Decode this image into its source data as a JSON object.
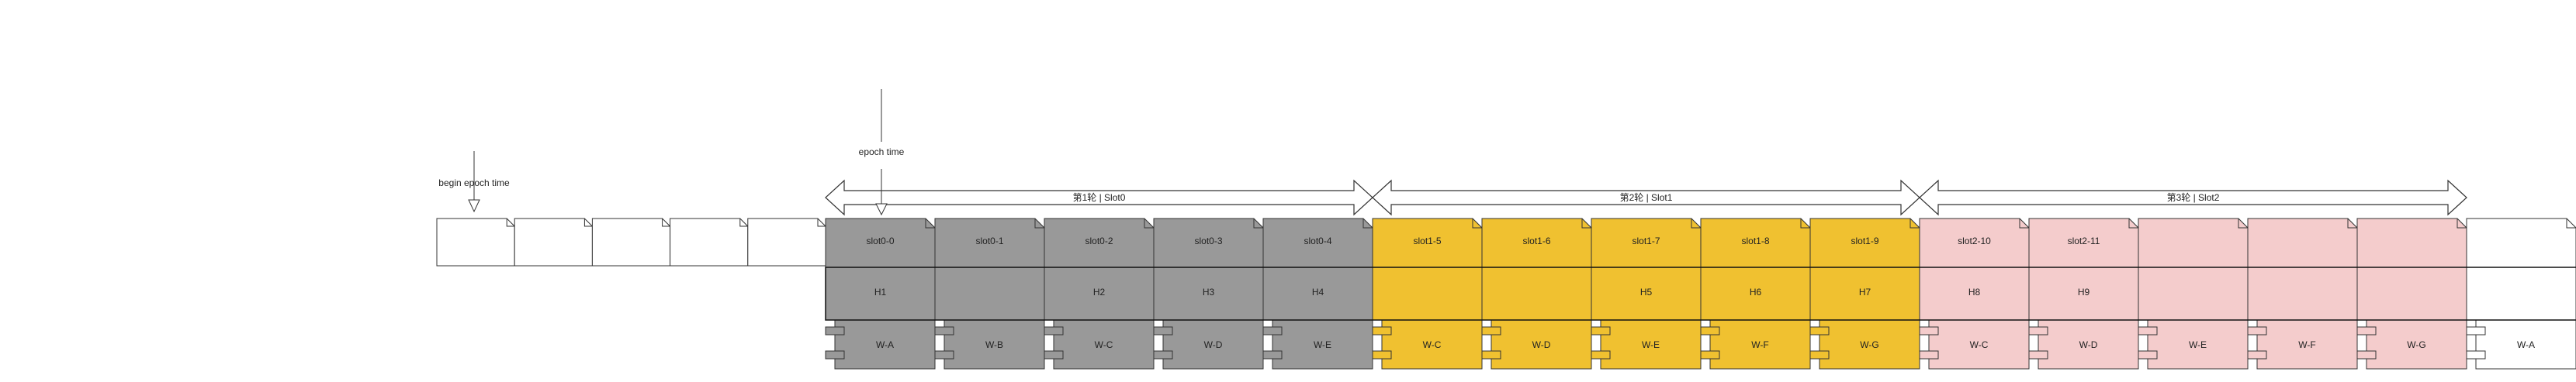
{
  "markers": {
    "begin": "begin epoch time",
    "epoch": "epoch time"
  },
  "rounds": [
    {
      "label": "第1轮 | Slot0"
    },
    {
      "label": "第2轮 | Slot1"
    },
    {
      "label": "第3轮 | Slot2"
    }
  ],
  "colors": {
    "gray": "#999999",
    "yellow": "#f0c130",
    "pink": "#f4cccc",
    "white": "#ffffff",
    "stroke": "#333333"
  },
  "leading_docs_count_note": "",
  "columns": [
    {
      "slot": "slot0-0",
      "h": "H1",
      "w": "W-A",
      "color": "gray"
    },
    {
      "slot": "slot0-1",
      "h": "",
      "w": "W-B",
      "color": "gray"
    },
    {
      "slot": "slot0-2",
      "h": "H2",
      "w": "W-C",
      "color": "gray"
    },
    {
      "slot": "slot0-3",
      "h": "H3",
      "w": "W-D",
      "color": "gray"
    },
    {
      "slot": "slot0-4",
      "h": "H4",
      "w": "W-E",
      "color": "gray"
    },
    {
      "slot": "slot1-5",
      "h": "",
      "w": "W-C",
      "color": "yellow"
    },
    {
      "slot": "slot1-6",
      "h": "",
      "w": "W-D",
      "color": "yellow"
    },
    {
      "slot": "slot1-7",
      "h": "H5",
      "w": "W-E",
      "color": "yellow"
    },
    {
      "slot": "slot1-8",
      "h": "H6",
      "w": "W-F",
      "color": "yellow"
    },
    {
      "slot": "slot1-9",
      "h": "H7",
      "w": "W-G",
      "color": "yellow"
    },
    {
      "slot": "slot2-10",
      "h": "H8",
      "w": "W-C",
      "color": "pink"
    },
    {
      "slot": "slot2-11",
      "h": "H9",
      "w": "W-D",
      "color": "pink"
    },
    {
      "slot": "",
      "h": "",
      "w": "W-E",
      "color": "pink"
    },
    {
      "slot": "",
      "h": "",
      "w": "W-F",
      "color": "pink"
    },
    {
      "slot": "",
      "h": "",
      "w": "W-G",
      "color": "pink"
    },
    {
      "slot": "",
      "h": "",
      "w": "W-A",
      "color": "white"
    }
  ]
}
